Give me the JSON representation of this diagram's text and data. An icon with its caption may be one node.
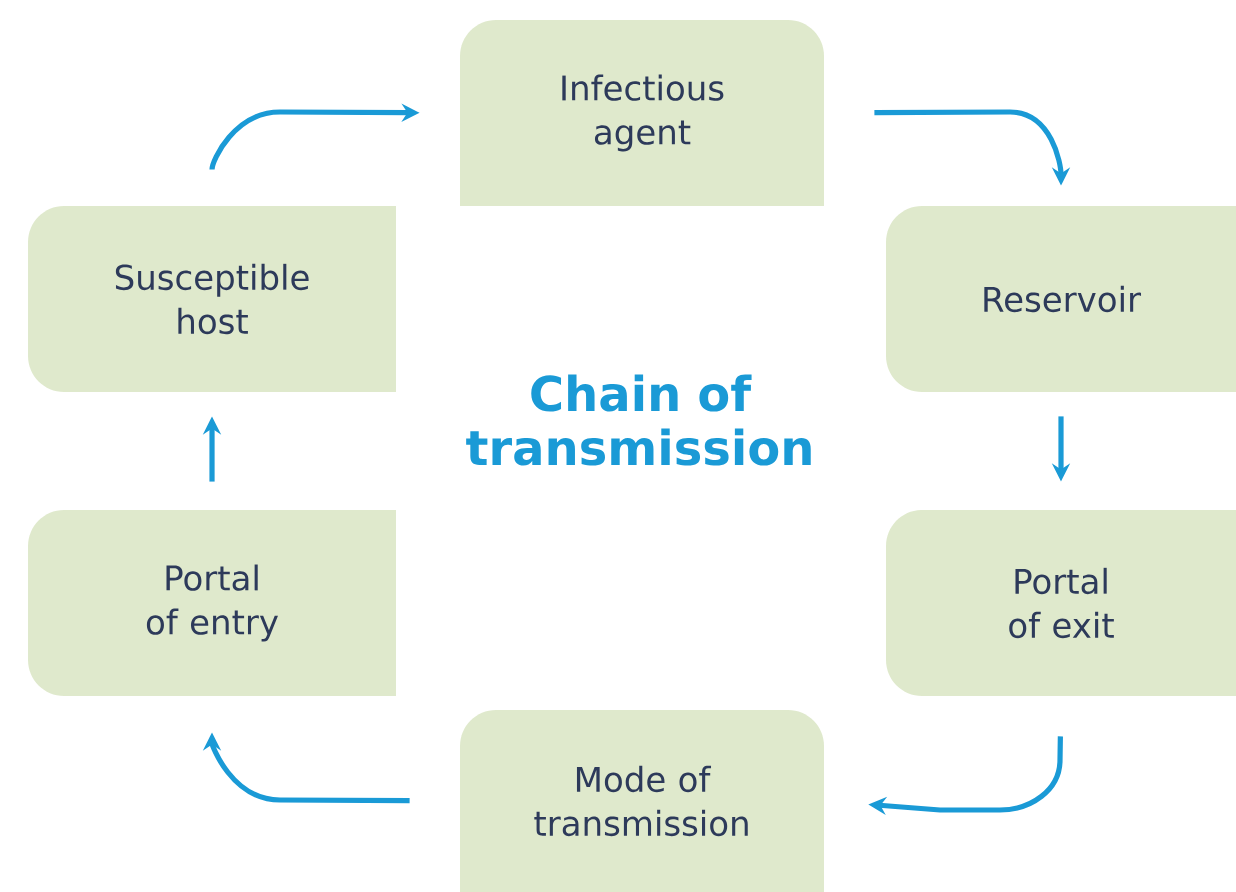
{
  "diagram": {
    "title": "Chain of transmission",
    "nodes": [
      {
        "text": [
          "Infectious agent"
        ]
      },
      {
        "text": [
          "Reservoir"
        ]
      },
      {
        "text": [
          "Portal of exit"
        ]
      },
      {
        "text": [
          "Mode of transmission"
        ]
      },
      {
        "text": [
          "Portal of entry"
        ]
      },
      {
        "text": [
          "Susceptible host"
        ]
      }
    ],
    "edges": [
      {
        "from": 0,
        "to": 1,
        "arrow": "to"
      },
      {
        "from": 1,
        "to": 2,
        "arrow": "to"
      },
      {
        "from": 2,
        "to": 3,
        "arrow": "to"
      },
      {
        "from": 3,
        "to": 4,
        "arrow": "to"
      },
      {
        "from": 4,
        "to": 5,
        "arrow": "to"
      },
      {
        "from": 5,
        "to": 0,
        "arrow": "to"
      }
    ]
  }
}
